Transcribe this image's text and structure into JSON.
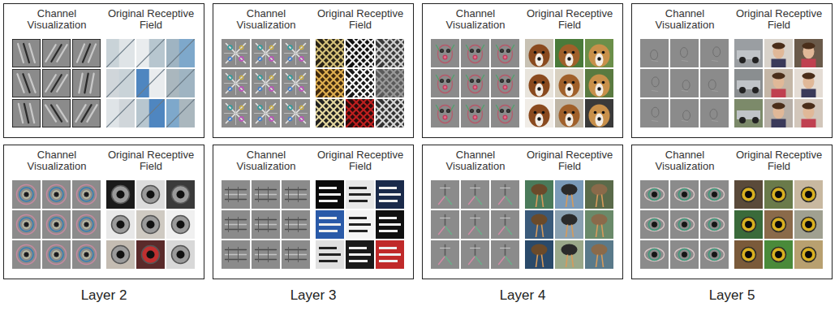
{
  "diagram": {
    "nodes": [
      {
        "text": [
          "Channel Visualization",
          "Original Receptive Field"
        ]
      },
      {
        "text": [
          "Channel Visualization",
          "Original Receptive Field"
        ]
      },
      {
        "text": [
          "Channel Visualization",
          "Original Receptive Field"
        ]
      },
      {
        "text": [
          "Channel Visualization",
          "Original Receptive Field"
        ]
      },
      {
        "text": [
          "Channel Visualization",
          "Original Receptive Field"
        ]
      },
      {
        "text": [
          "Channel Visualization",
          "Original Receptive Field"
        ]
      },
      {
        "text": [
          "Channel Visualization",
          "Original Receptive Field"
        ]
      },
      {
        "text": [
          "Channel Visualization",
          "Original Receptive Field"
        ]
      }
    ],
    "labels": [
      "Layer 2",
      "Layer 3",
      "Layer 4",
      "Layer 5"
    ]
  }
}
